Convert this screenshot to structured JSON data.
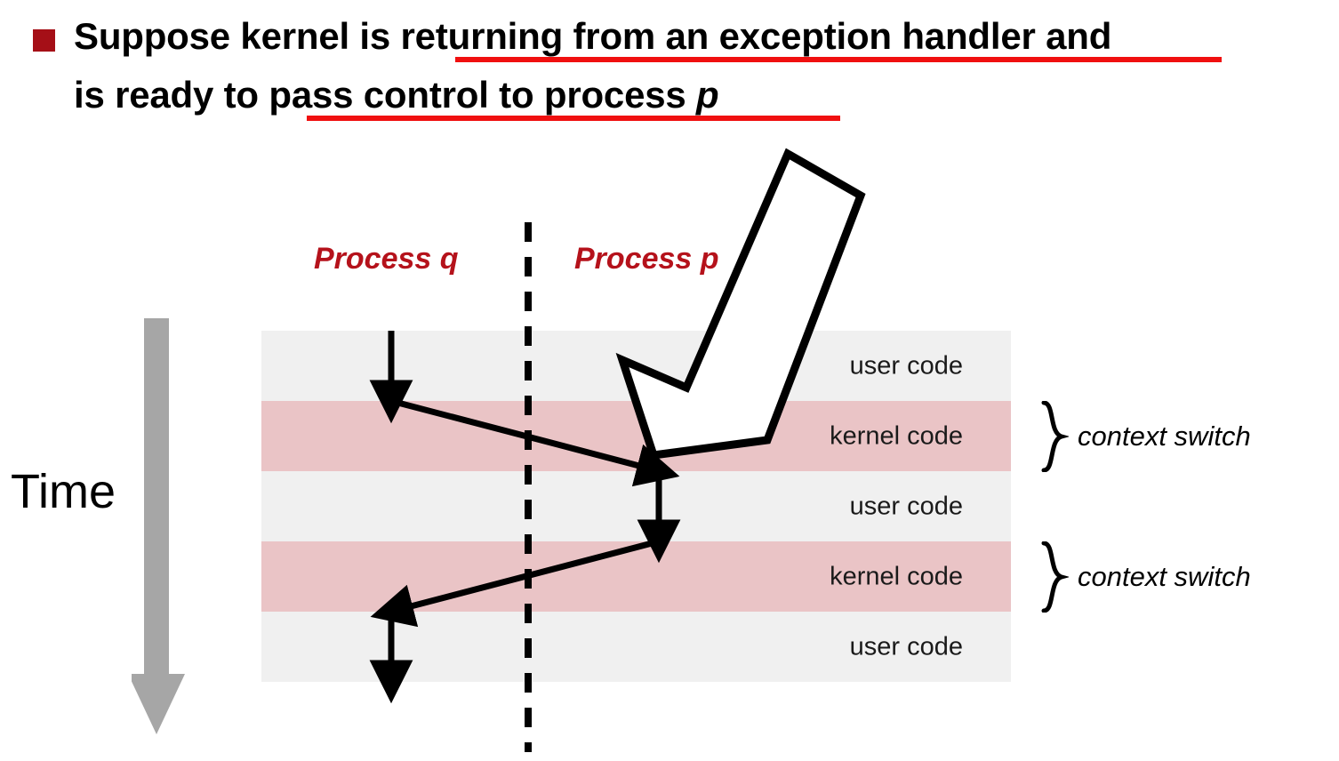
{
  "slide": {
    "title": {
      "bullet": "square-bullet",
      "line1_pre": "Suppose kernel is ",
      "line1_underlined": "returning from an exception handler",
      "line1_post": " and",
      "line2_pre": "is ready to ",
      "line2_underlined": "pass control to process ",
      "line2_italic": "p",
      "underline_color": "#f01010",
      "bullet_color": "#a50f17"
    },
    "time_axis": {
      "label": "Time",
      "direction": "down",
      "arrow_color": "#a6a6a6"
    },
    "columns": [
      {
        "label": "Process q",
        "name": "process-q"
      },
      {
        "label": "Process p",
        "name": "process-p"
      }
    ],
    "divider": {
      "style": "dashed",
      "color": "#000000"
    },
    "bands": [
      {
        "label": "user code",
        "kind": "user",
        "color": "#f0f0f0"
      },
      {
        "label": "kernel code",
        "kind": "kernel",
        "color": "#eac4c6"
      },
      {
        "label": "user code",
        "kind": "user",
        "color": "#f0f0f0"
      },
      {
        "label": "kernel code",
        "kind": "kernel",
        "color": "#eac4c6"
      },
      {
        "label": "user code",
        "kind": "user",
        "color": "#f0f0f0"
      }
    ],
    "annotations": [
      {
        "label": "context switch",
        "target_band": 1
      },
      {
        "label": "context switch",
        "target_band": 3
      }
    ],
    "callout": {
      "name": "big-block-arrow",
      "points_to": "kernel-to-user transition for process p",
      "fill": "#ffffff",
      "stroke": "#000000"
    }
  }
}
